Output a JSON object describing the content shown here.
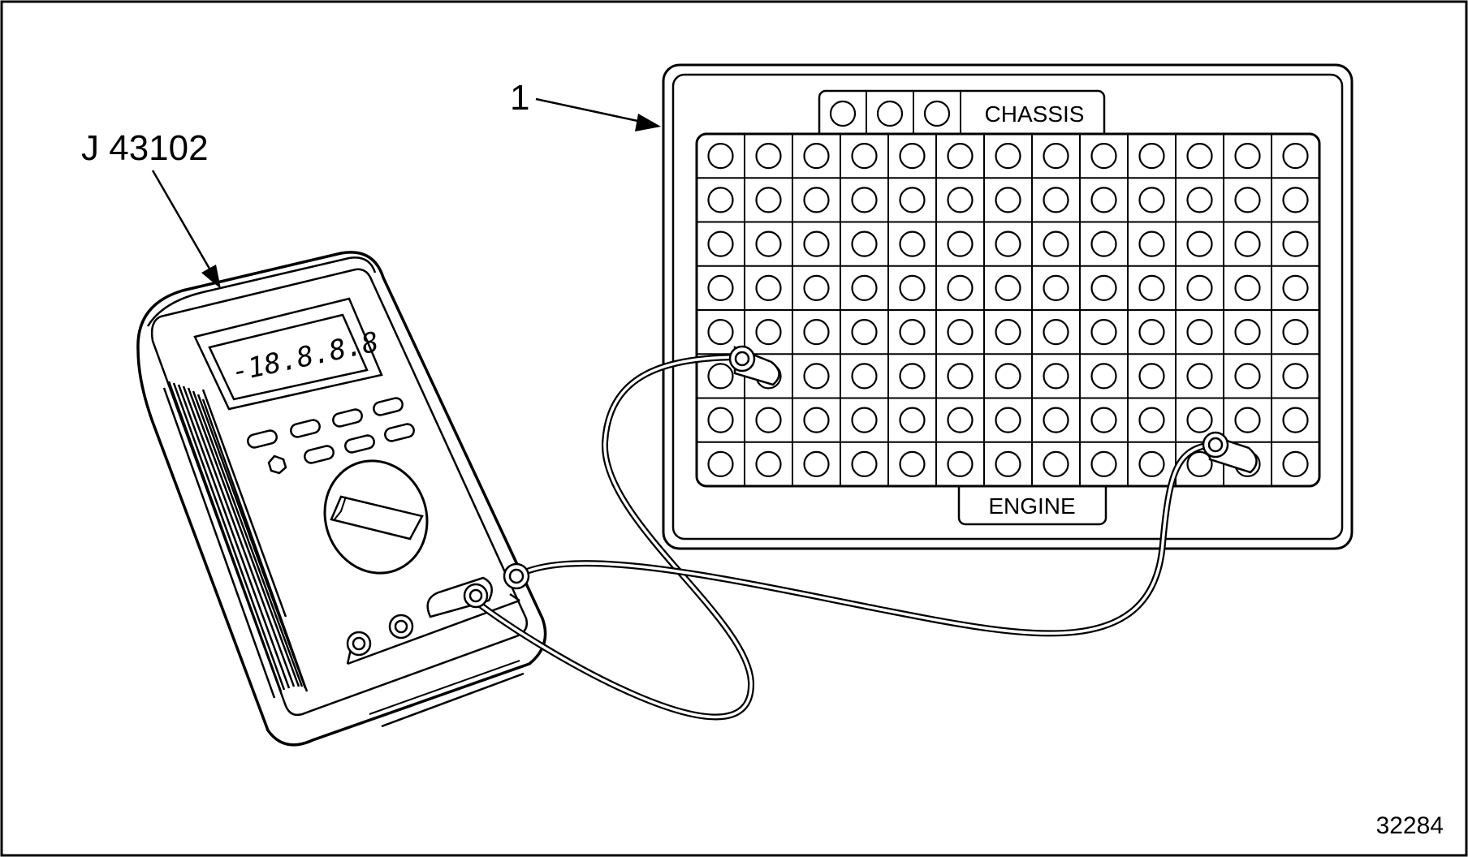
{
  "figure": {
    "tool_label": "J 43102",
    "callout_1": "1",
    "figure_number": "32284"
  },
  "meter": {
    "display_readout": "-18.8.8.8"
  },
  "breakout_box": {
    "top_label": "CHASSIS",
    "bottom_label": "ENGINE",
    "grid": {
      "rows": 8,
      "cols": 13
    },
    "top_tab_holes": 3
  },
  "colors": {
    "line": "#000000",
    "background": "#ffffff"
  }
}
